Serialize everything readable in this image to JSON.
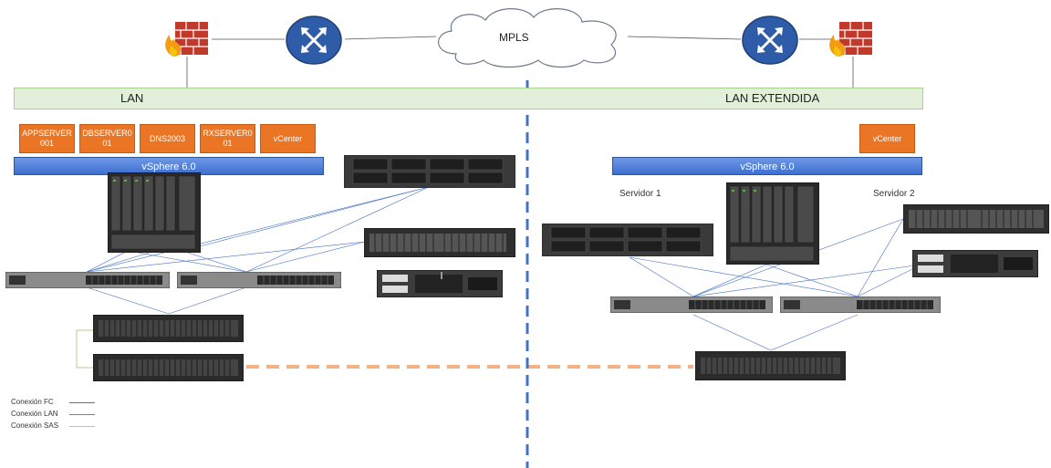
{
  "cloud": {
    "label": "MPLS"
  },
  "lan_left": {
    "label": "LAN"
  },
  "lan_right": {
    "label": "LAN EXTENDIDA"
  },
  "vms_left": [
    {
      "label": "APPSERVER\n001"
    },
    {
      "label": "DBSERVER0\n01"
    },
    {
      "label": "DNS2003"
    },
    {
      "label": "RXSERVER0\n01"
    },
    {
      "label": "vCenter"
    }
  ],
  "vms_right": [
    {
      "label": "vCenter"
    }
  ],
  "vsphere_left": {
    "label": "vSphere 6.0"
  },
  "vsphere_right": {
    "label": "vSphere 6.0"
  },
  "servers_right": {
    "server1": "Servidor 1",
    "server2": "Servidor 2"
  },
  "legend": [
    {
      "label": "Conexión FC",
      "color": "#4472c4"
    },
    {
      "label": "Conexión LAN",
      "color": "#7f7f7f"
    },
    {
      "label": "Conexión SAS",
      "color": "#c9c089"
    }
  ],
  "colors": {
    "fc": "#4472c4",
    "replication": "#f4b183",
    "divider": "#4472c4",
    "vm": "#e97525"
  }
}
